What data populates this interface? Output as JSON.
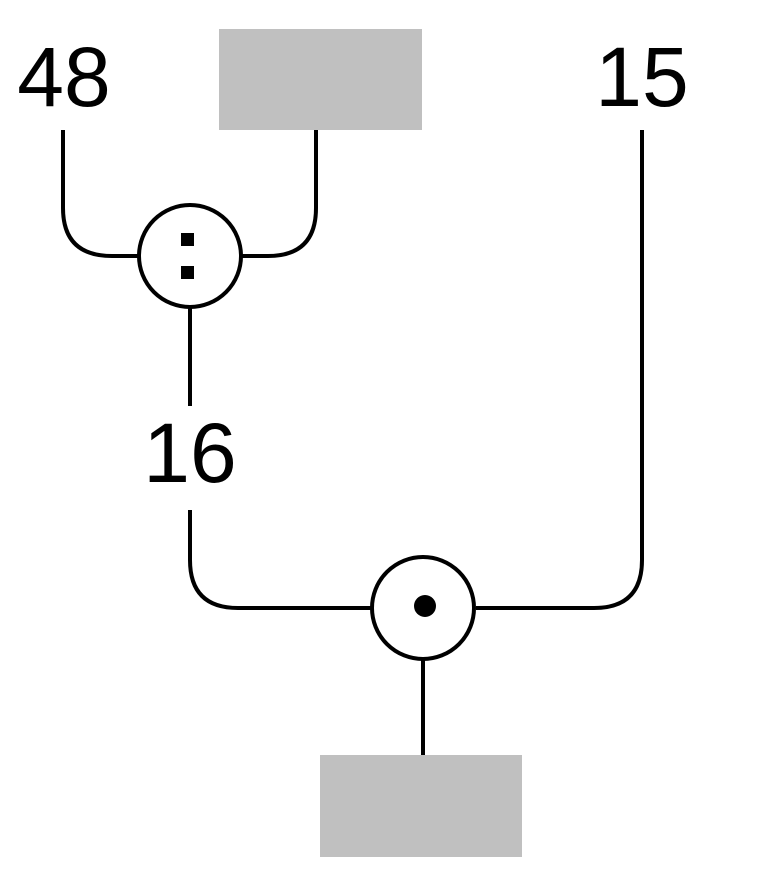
{
  "diagram": {
    "inputs": {
      "left_number": "48",
      "right_number": "15"
    },
    "intermediate_number": "16",
    "operators": {
      "top": {
        "name": "division",
        "symbol": ":"
      },
      "bottom": {
        "name": "multiplication",
        "symbol": "·"
      }
    },
    "blank_color": "#c0c0c0"
  }
}
